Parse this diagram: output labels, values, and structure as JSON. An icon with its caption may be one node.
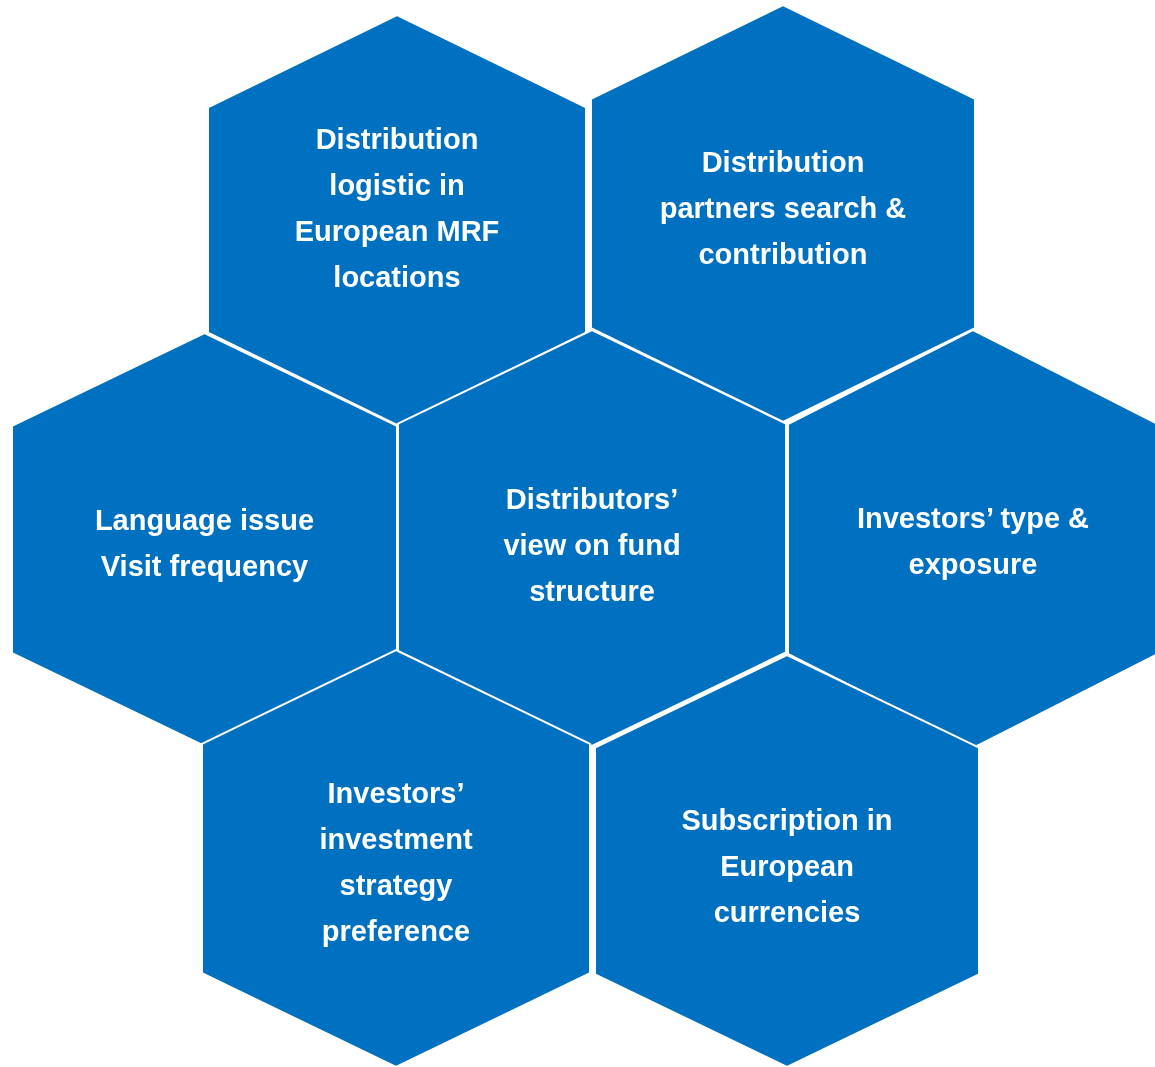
{
  "diagram": {
    "nodes": [
      {
        "text": [
          "Distribution logistic in European MRF locations"
        ]
      },
      {
        "text": [
          "Distribution partners search & contribution"
        ]
      },
      {
        "text": [
          "Language issue",
          "Visit frequency"
        ]
      },
      {
        "text": [
          "Distributors’ view on fund structure"
        ]
      },
      {
        "text": [
          "Investors’ type & exposure"
        ]
      },
      {
        "text": [
          "Investors’ investment strategy preference"
        ]
      },
      {
        "text": [
          "Subscription in European currencies"
        ]
      }
    ]
  }
}
